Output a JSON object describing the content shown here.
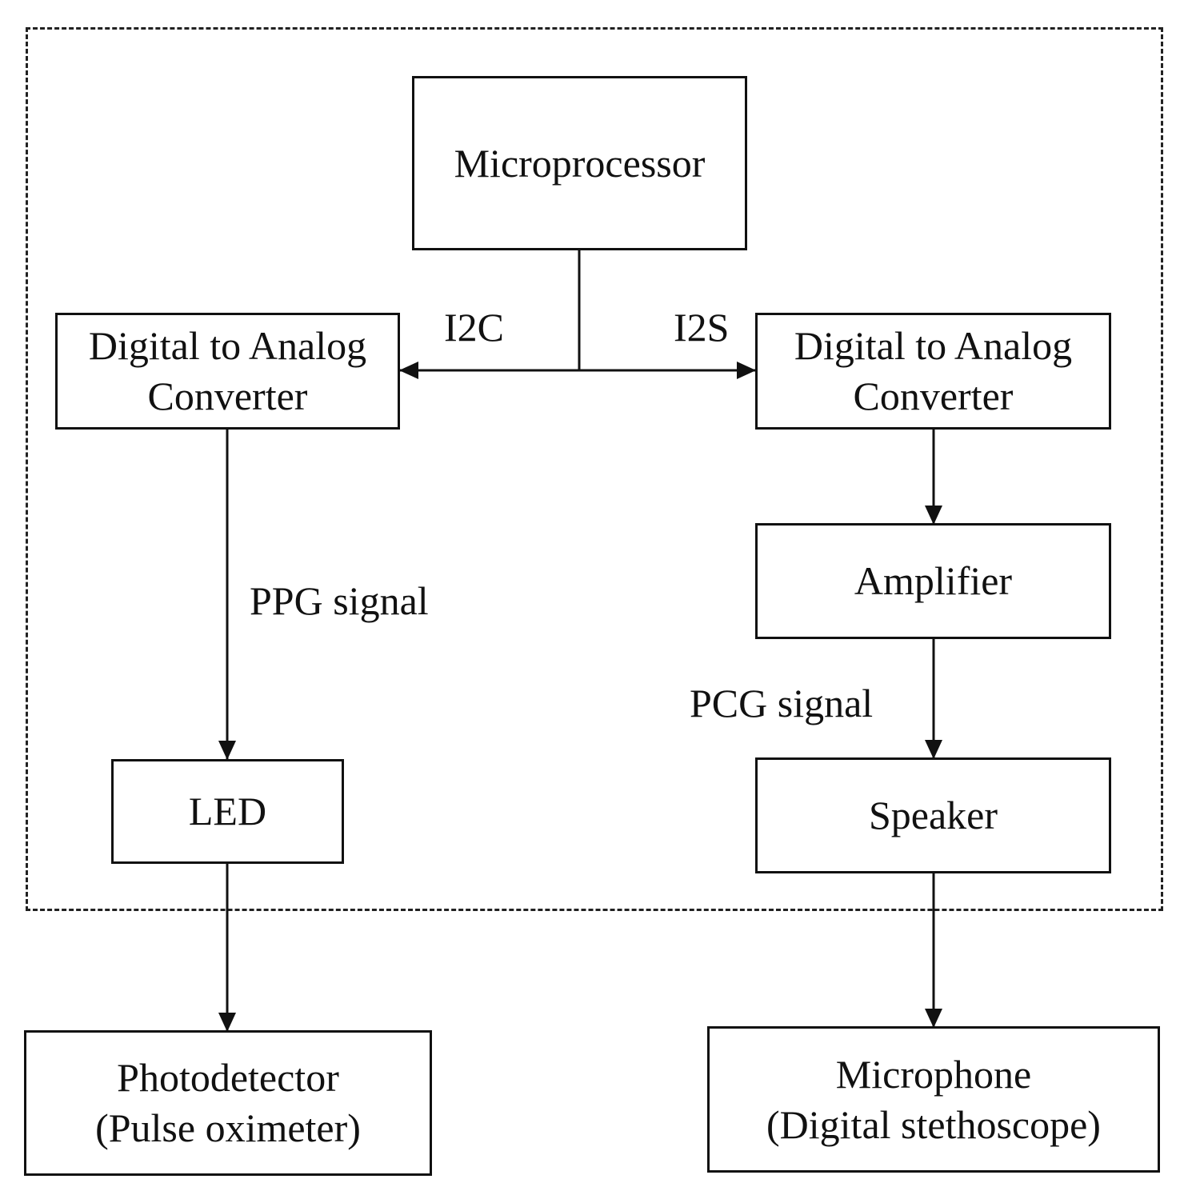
{
  "blocks": {
    "microprocessor": "Microprocessor",
    "dac_left": "Digital to Analog\nConverter",
    "dac_right": "Digital to Analog\nConverter",
    "amplifier": "Amplifier",
    "led": "LED",
    "speaker": "Speaker",
    "photodetector": "Photodetector\n(Pulse oximeter)",
    "microphone": "Microphone\n(Digital stethoscope)"
  },
  "edge_labels": {
    "i2c": "I2C",
    "i2s": "I2S",
    "ppg": "PPG signal",
    "pcg": "PCG signal"
  },
  "colors": {
    "line": "#111111",
    "boundary": "#222222",
    "background": "#ffffff"
  }
}
